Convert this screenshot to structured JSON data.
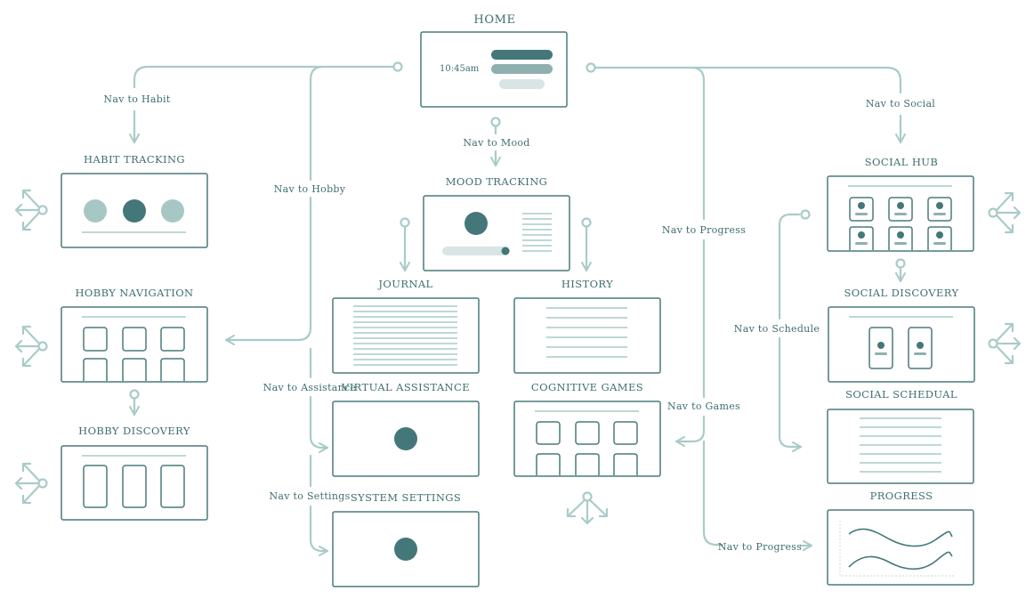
{
  "home": {
    "title": "HOME",
    "time": "10:45am"
  },
  "screens": {
    "habit_tracking": "HABIT TRACKING",
    "hobby_navigation": "HOBBY NAVIGATION",
    "hobby_discovery": "HOBBY DISCOVERY",
    "mood_tracking": "MOOD TRACKING",
    "journal": "JOURNAL",
    "history": "HISTORY",
    "virtual_assistance": "VIRTUAL ASSISTANCE",
    "cognitive_games": "COGNITIVE GAMES",
    "system_settings": "SYSTEM SETTINGS",
    "social_hub": "SOCIAL HUB",
    "social_discovery": "SOCIAL DISCOVERY",
    "social_schedual": "SOCIAL SCHEDUAL",
    "progress": "PROGRESS"
  },
  "nav": {
    "habit": "Nav to Habit",
    "hobby": "Nav to Hobby",
    "mood": "Nav to Mood",
    "social": "Nav to Social",
    "progress_top": "Nav to Progress",
    "assistance": "Nav to Assistance",
    "settings": "Nav to Settings",
    "games": "Nav to Games",
    "schedule": "Nav to Schedule",
    "progress_bottom": "Nav to Progress"
  },
  "colors": {
    "connector": "#a9cbc9",
    "frame": "#4a7a7c",
    "accent_dark": "#447779",
    "accent_mid": "#8fb0ae",
    "accent_light": "#d8e5e4",
    "text": "#3f6e70"
  }
}
